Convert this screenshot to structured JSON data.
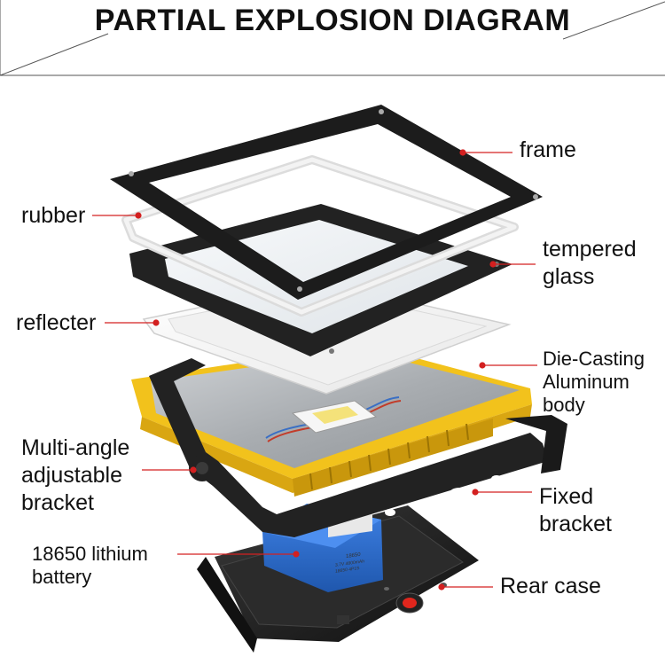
{
  "title": "PARTIAL EXPLOSION DIAGRAM",
  "labels": {
    "frame": "frame",
    "rubber": "rubber",
    "tempered_glass": [
      "tempered",
      "glass"
    ],
    "reflecter": "reflecter",
    "die_casting_body": [
      "Die-Casting",
      "Aluminum",
      "body"
    ],
    "bracket_multi": [
      "Multi-angle",
      "adjustable",
      "bracket"
    ],
    "fixed_bracket": [
      "Fixed",
      "bracket"
    ],
    "battery": [
      "18650 lithium",
      "battery"
    ],
    "rear_case": "Rear case"
  },
  "battery_sticker": [
    "18650",
    "3.7V 4800mAh",
    "18650 4P1S"
  ],
  "colors": {
    "callout": "#d32020",
    "frame": "#1c1c1c",
    "housing": "#f2c21c",
    "aluminum": "#b4b8bc",
    "battery": "#2f6fd0",
    "rear_case": "#1a1a1a",
    "text": "#111111"
  }
}
